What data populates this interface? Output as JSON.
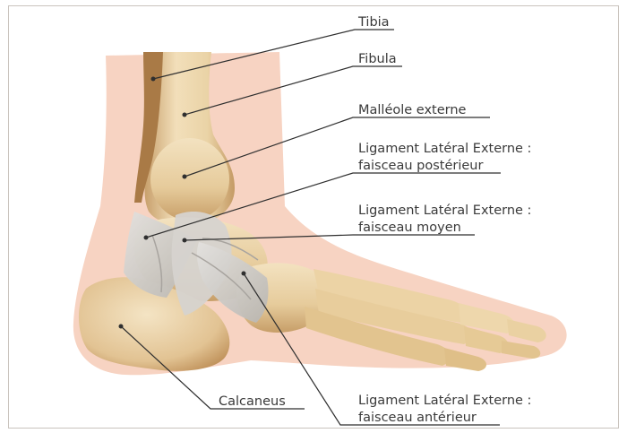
{
  "labels": {
    "tibia": "Tibia",
    "fibula": "Fibula",
    "malleole": "Malléole externe",
    "lle_post_1": "Ligament Latéral Externe :",
    "lle_post_2": "faisceau postérieur",
    "lle_moyen_1": "Ligament Latéral Externe :",
    "lle_moyen_2": "faisceau moyen",
    "calcaneus": "Calcaneus",
    "lle_ant_1": "Ligament Latéral Externe :",
    "lle_ant_2": "faisceau antérieur"
  },
  "colors": {
    "skin": "#f7d3c2",
    "bone": "#ecd6ad",
    "bone_shadow": "#c9a77a",
    "ligament": "#cfccc8",
    "leader": "#2f2f2f"
  }
}
